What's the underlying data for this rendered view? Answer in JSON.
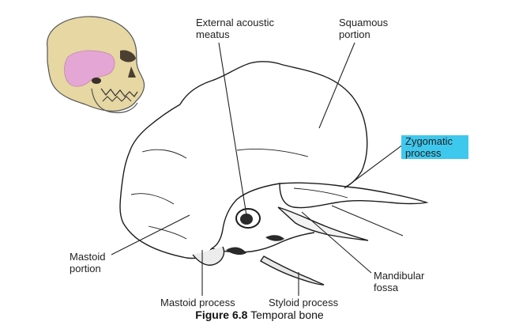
{
  "labels": {
    "external_acoustic_meatus": [
      "External acoustic",
      "meatus"
    ],
    "squamous_portion": [
      "Squamous",
      "portion"
    ],
    "zygomatic_process": [
      "Zygomatic",
      "process"
    ],
    "mastoid_portion": [
      "Mastoid",
      "portion"
    ],
    "mandibular_fossa": [
      "Mandibular",
      "fossa"
    ],
    "mastoid_process": "Mastoid process",
    "styloid_process": "Styloid process"
  },
  "caption": {
    "figure_number": "Figure 6.8",
    "title": "Temporal bone"
  },
  "colors": {
    "skull_bone": "#e6d7a3",
    "temporal_highlight": "#e4a6d4",
    "label_highlight": "#3fc8ee",
    "line": "#222222"
  }
}
